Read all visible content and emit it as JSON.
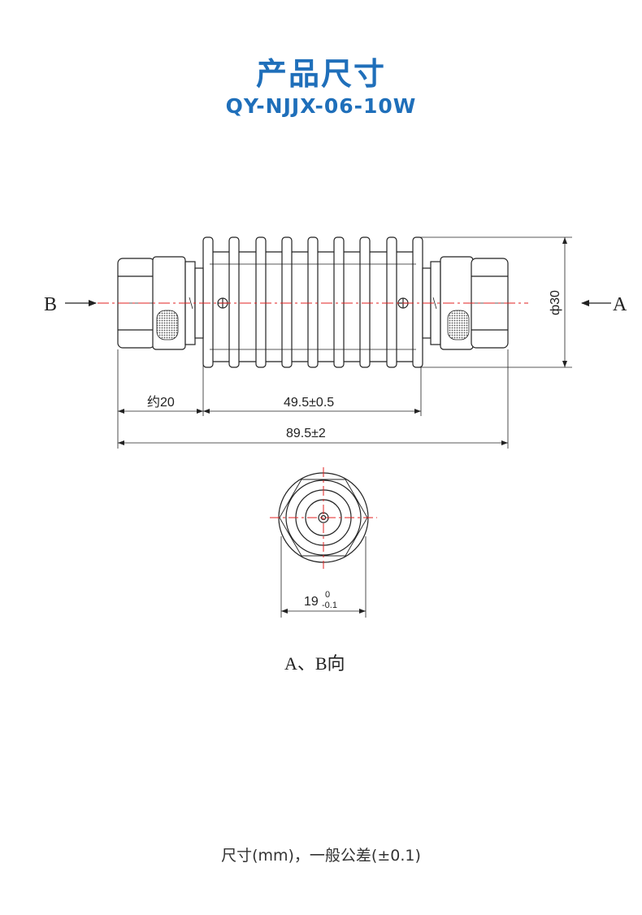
{
  "header": {
    "title": "产品尺寸",
    "model": "QY-NJJX-06-10W"
  },
  "drawing": {
    "side_labels": {
      "left": "B",
      "right": "A"
    },
    "dimensions": {
      "diameter": "ф30",
      "connector_length": "约20",
      "body_length": "49.5±0.5",
      "total_length": "89.5±2",
      "hex_width_main": "19",
      "hex_width_upper": "0",
      "hex_width_lower": "-0.1"
    },
    "view_caption": "A、B向",
    "colors": {
      "outline": "#222222",
      "centerline": "#e02020",
      "title": "#1f6fba"
    }
  },
  "footer": {
    "note": "尺寸(mm)，一般公差(±0.1)"
  }
}
